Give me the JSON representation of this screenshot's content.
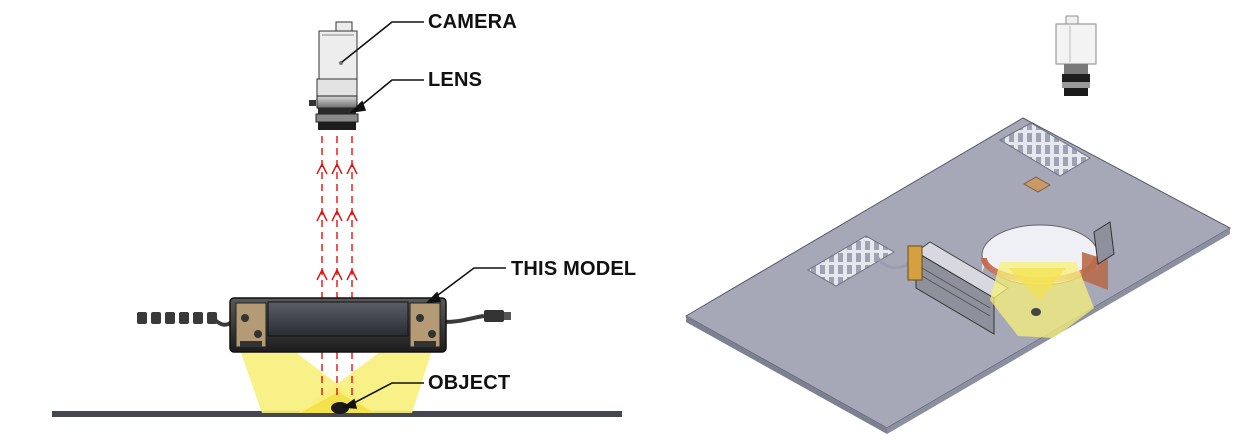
{
  "labels": {
    "camera": "CAMERA",
    "lens": "LENS",
    "model": "THIS MODEL",
    "object": "OBJECT"
  },
  "colors": {
    "light_cone": "#f7f07a",
    "ray": "#e01010",
    "plate": "#a6a8b8",
    "housing": "#2a2a2a",
    "ring_copper": "#c8775a",
    "bracket": "#d4a040"
  },
  "icons": {
    "camera": "camera-icon",
    "lens": "lens-icon",
    "light_model": "ring-light-icon",
    "object": "object-dot-icon"
  }
}
